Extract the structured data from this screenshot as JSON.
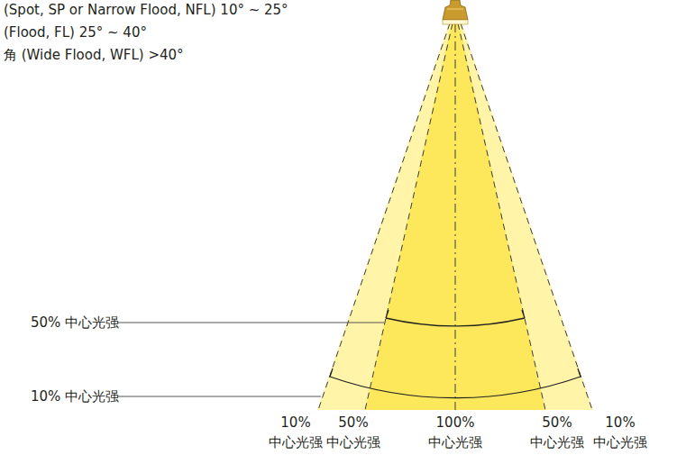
{
  "diagram": {
    "labels": [
      "(Spot, SP or Narrow Flood, NFL) 10° ~ 25°",
      "(Flood, FL) 25° ~ 40°",
      "角 (Wide Flood, WFL) >40°",
      "50% 中心光强",
      "10% 中心光强",
      "10% 中心光强",
      "50% 中心光强",
      "100% 中心光强",
      "50% 中心光强",
      "10% 中心光强"
    ]
  }
}
